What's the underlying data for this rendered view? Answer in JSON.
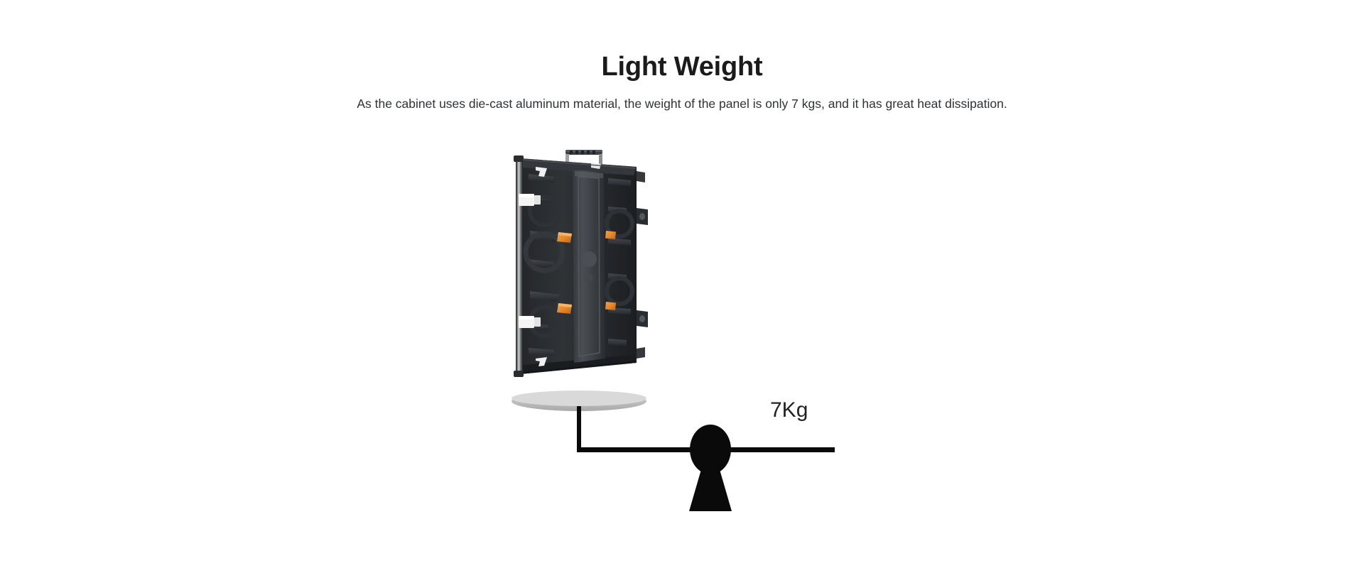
{
  "page": {
    "background_color": "#ffffff"
  },
  "header": {
    "title": "Light Weight",
    "subtitle": "As the cabinet uses die-cast aluminum material, the weight of the panel is only 7 kgs, and it has great heat dissipation."
  },
  "illustration": {
    "product": {
      "name": "led-cabinet-rear-view",
      "description": "Die-cast aluminum LED display cabinet, rear view",
      "body_color": "#2b2d30",
      "frame_color": "#1b1d1f",
      "accent_color": "#e8913a",
      "bracket_color": "#f2f2f2",
      "handle_color": "#3a3d40"
    },
    "scale": {
      "name": "balance-scale",
      "beam_color": "#0a0a0a",
      "platter_color": "#c6c6c6",
      "fulcrum_color": "#0a0a0a",
      "weight_label": "7Kg"
    }
  }
}
